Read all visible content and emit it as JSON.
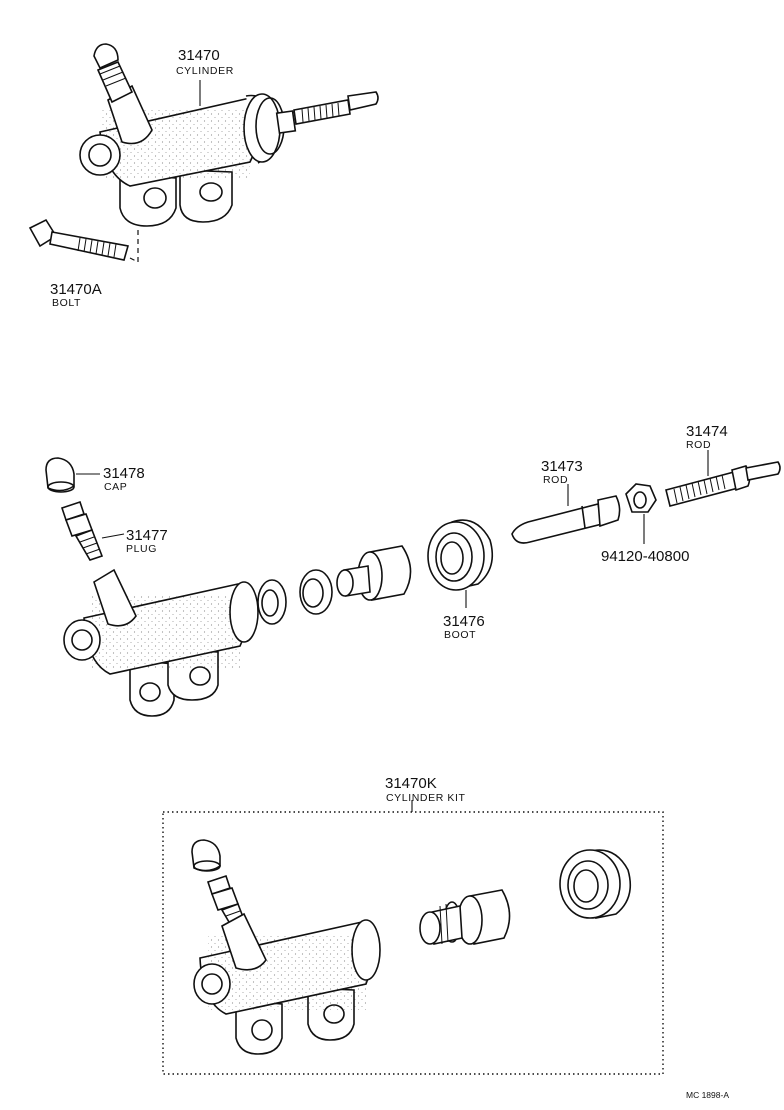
{
  "callouts": {
    "cylinder": {
      "number": "31470",
      "name": "CYLINDER"
    },
    "bolt": {
      "number": "31470A",
      "name": "BOLT"
    },
    "cap": {
      "number": "31478",
      "name": "CAP"
    },
    "plug": {
      "number": "31477",
      "name": "PLUG"
    },
    "rod_small": {
      "number": "31473",
      "name": "ROD"
    },
    "rod": {
      "number": "31474",
      "name": "ROD"
    },
    "nut": {
      "number": "94120-40800"
    },
    "boot": {
      "number": "31476",
      "name": "BOOT"
    },
    "kit": {
      "number": "31470K",
      "name": "CYLINDER KIT"
    }
  },
  "footer": {
    "code": "MC  1898-A"
  }
}
